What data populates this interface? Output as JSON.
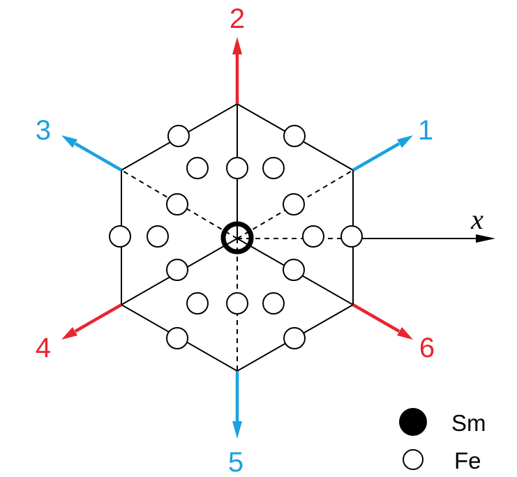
{
  "colors": {
    "red": "#e8252f",
    "blue": "#1aa1e0",
    "ink": "#000000"
  },
  "directions": [
    {
      "label": "1",
      "color": "blue"
    },
    {
      "label": "2",
      "color": "red"
    },
    {
      "label": "3",
      "color": "blue"
    },
    {
      "label": "4",
      "color": "red"
    },
    {
      "label": "5",
      "color": "blue"
    },
    {
      "label": "6",
      "color": "red"
    }
  ],
  "axis": {
    "label": "x"
  },
  "legend": [
    {
      "label": "Sm",
      "marker": "filled-circle"
    },
    {
      "label": "Fe",
      "marker": "open-circle"
    }
  ]
}
